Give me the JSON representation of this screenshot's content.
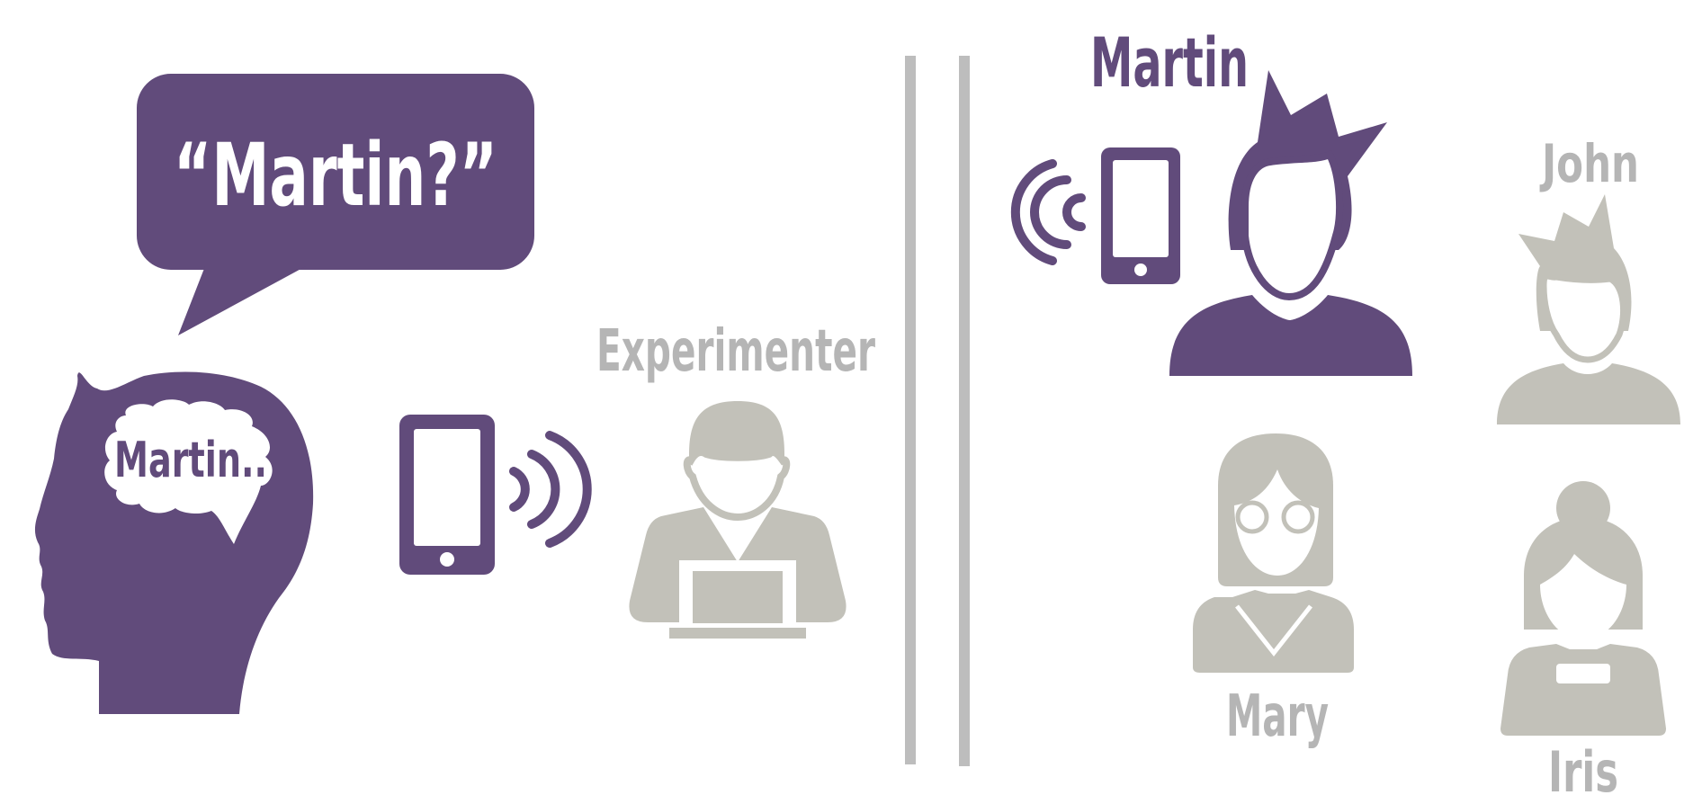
{
  "speech_bubble": {
    "text": "“Martin?”"
  },
  "thought_cloud": {
    "text": "Martin.."
  },
  "labels": {
    "experimenter": "Experimenter",
    "martin": "Martin",
    "john": "John",
    "mary": "Mary",
    "iris": "Iris"
  },
  "colors": {
    "purple": "#614b7b",
    "grey": "#c2c1b9",
    "divider": "#bdbdbd",
    "label_grey": "#b5b5b5"
  }
}
